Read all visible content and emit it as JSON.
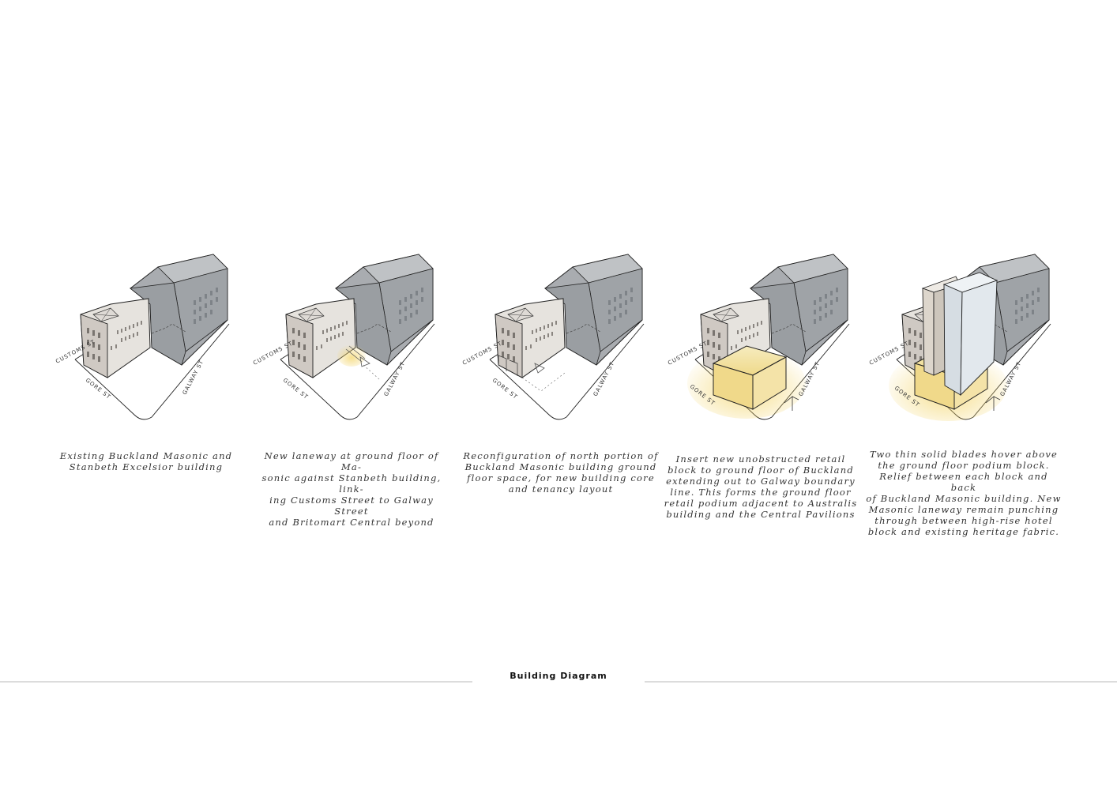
{
  "diagram": {
    "title": "Building Diagram",
    "colors": {
      "existing_grey": "#a9acb0",
      "heritage_light": "#e6e3de",
      "heritage_front": "#cfc9c3",
      "highlight_yellow": "#f2dc8c",
      "blade_blue": "#dde4ea",
      "blade_beige": "#ddd6cc",
      "rule": "#dcdcdc"
    },
    "street_labels": {
      "customs": "CUSTOMS ST",
      "gore": "GORE ST",
      "galway": "GALWAY ST"
    },
    "panels": [
      {
        "step": 1,
        "caption": "Existing Buckland Masonic and\nStanbeth Excelsior building"
      },
      {
        "step": 2,
        "caption": "New laneway at ground floor of Ma-\nsonic against Stanbeth building, link-\ning Customs Street to Galway Street\nand Britomart Central beyond"
      },
      {
        "step": 3,
        "caption": "Reconfiguration of north portion of\nBuckland Masonic building ground\nfloor space, for new building core\nand tenancy layout"
      },
      {
        "step": 4,
        "caption": "Insert new unobstructed retail\nblock to ground floor of Buckland\nextending out to Galway boundary\nline. This forms the ground floor\nretail podium adjacent to Australis\nbuilding and the Central Pavilions"
      },
      {
        "step": 5,
        "caption": "Two thin solid blades hover above\nthe ground floor podium block.\nRelief between each block and back\nof Buckland Masonic building. New\nMasonic laneway remain punching\nthrough between high-rise hotel\nblock and existing heritage fabric."
      }
    ]
  }
}
